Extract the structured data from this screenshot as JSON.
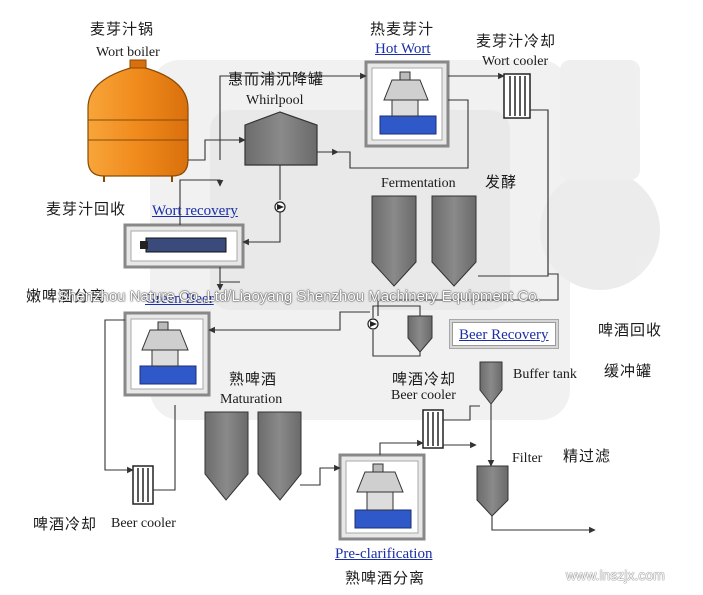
{
  "labels": {
    "wort_boiler_cn": "麦芽汁锅",
    "wort_boiler_en": "Wort boiler",
    "whirlpool_cn": "惠而浦沉降罐",
    "whirlpool_en": "Whirlpool",
    "hot_wort_cn": "热麦芽汁",
    "hot_wort_en": "Hot Wort",
    "wort_cooler_cn": "麦芽汁冷却",
    "wort_cooler_en": "Wort cooler",
    "fermentation_en": "Fermentation",
    "fermentation_cn": "发酵",
    "wort_recovery_cn": "麦芽汁回收",
    "wort_recovery_en": "Wort recovery",
    "green_beer_cn": "嫩啤酒分离",
    "green_beer_en": "Green Beer",
    "beer_recovery_en": "Beer Recovery",
    "beer_recovery_cn": "啤酒回收",
    "buffer_tank_en": "Buffer tank",
    "buffer_tank_cn": "缓冲罐",
    "matured_beer_cn": "熟啤酒",
    "maturation_en": "Maturation",
    "beer_cooler_top_cn": "啤酒冷却",
    "beer_cooler_top_en": "Beer cooler",
    "filter_en": "Filter",
    "filter_cn": "精过滤",
    "beer_cooler_bottom_cn": "啤酒冷却",
    "beer_cooler_bottom_en": "Beer cooler",
    "pre_clarification_en": "Pre-clarification",
    "pre_clarification_cn": "熟啤酒分离"
  },
  "watermark": "Shenzhou Nature Co.,Ltd/Liaoyang Shenzhou Machinery Equipment Co.",
  "site": "www.lnszjx.com",
  "colors": {
    "boiler": "#f08a1c",
    "tank": "#7f7f7f",
    "line": "#333333",
    "link": "#1a2ea8"
  }
}
